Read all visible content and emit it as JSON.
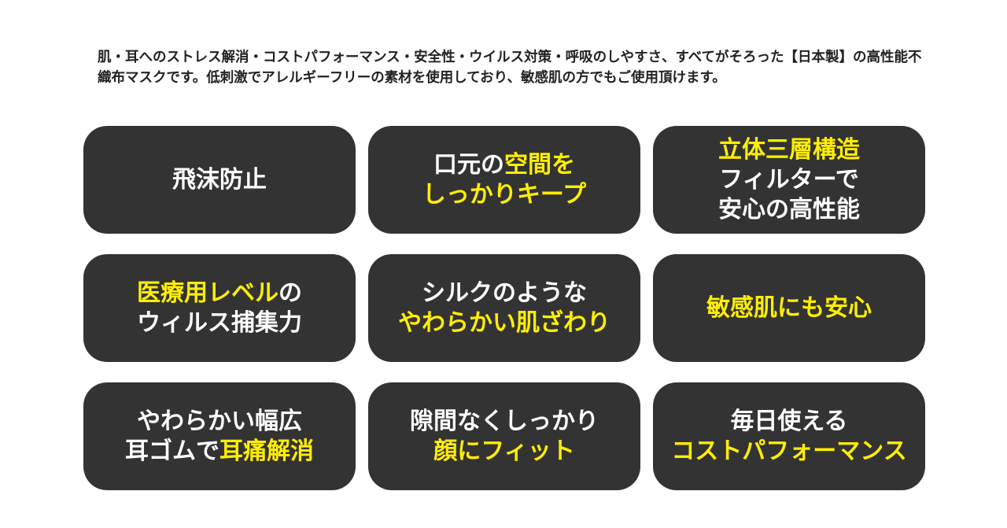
{
  "intro_text": "肌・耳へのストレス解消・コストパフォーマンス・安全性・ウイルス対策・呼吸のしやすさ、すべてがそろった【日本製】の高性能不織布マスクです。低刺激でアレルギーフリーの素材を使用しており、敏感肌の方でもご使用頂けます。",
  "colors": {
    "card_bg": "#333333",
    "text_white": "#ffffff",
    "text_yellow": "#ffee00"
  },
  "cards": [
    {
      "lines": [
        [
          {
            "t": "飛沫防止",
            "c": "w"
          }
        ]
      ]
    },
    {
      "lines": [
        [
          {
            "t": "口元の",
            "c": "w"
          },
          {
            "t": "空間を",
            "c": "y"
          }
        ],
        [
          {
            "t": "しっかりキープ",
            "c": "y"
          }
        ]
      ]
    },
    {
      "lines": [
        [
          {
            "t": "立体三層構造",
            "c": "y"
          }
        ],
        [
          {
            "t": "フィルターで",
            "c": "w"
          }
        ],
        [
          {
            "t": "安心の高性能",
            "c": "w"
          }
        ]
      ]
    },
    {
      "lines": [
        [
          {
            "t": "医療用レベル",
            "c": "y"
          },
          {
            "t": "の",
            "c": "w"
          }
        ],
        [
          {
            "t": "ウィルス捕集力",
            "c": "w"
          }
        ]
      ]
    },
    {
      "lines": [
        [
          {
            "t": "シルクのような",
            "c": "w"
          }
        ],
        [
          {
            "t": "やわらかい肌ざわり",
            "c": "y"
          }
        ]
      ]
    },
    {
      "lines": [
        [
          {
            "t": "敏感肌にも安心",
            "c": "y"
          }
        ]
      ]
    },
    {
      "lines": [
        [
          {
            "t": "やわらかい幅広",
            "c": "w"
          }
        ],
        [
          {
            "t": "耳ゴムで",
            "c": "w"
          },
          {
            "t": "耳痛解消",
            "c": "y"
          }
        ]
      ]
    },
    {
      "lines": [
        [
          {
            "t": "隙間なくしっかり",
            "c": "w"
          }
        ],
        [
          {
            "t": "顔にフィット",
            "c": "y"
          }
        ]
      ]
    },
    {
      "lines": [
        [
          {
            "t": "毎日使える",
            "c": "w"
          }
        ],
        [
          {
            "t": "コストパフォーマンス",
            "c": "y"
          }
        ]
      ]
    }
  ]
}
